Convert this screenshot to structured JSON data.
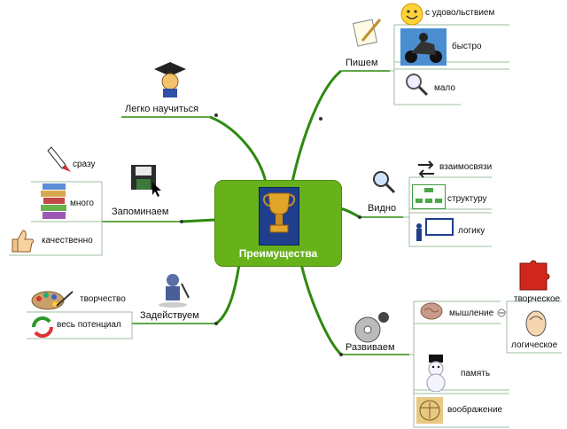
{
  "colors": {
    "branch": "#2d8a0f",
    "center": "#67b21b",
    "connector": "#9fbc9f"
  },
  "center": {
    "title": "Преимущества"
  },
  "branches": {
    "write": {
      "label": "Пишем",
      "items": [
        "с удовольствием",
        "быстро",
        "мало"
      ]
    },
    "see": {
      "label": "Видно",
      "items": [
        "взаимосвязи",
        "структуру",
        "логику"
      ]
    },
    "develop": {
      "label": "Развиваем",
      "items": [
        "мышление",
        "память",
        "воображение"
      ],
      "sub_items": [
        "творческое",
        "логическое"
      ]
    },
    "easy": {
      "label": "Легко научиться"
    },
    "remember": {
      "label": "Запоминаем",
      "items": [
        "сразу",
        "много",
        "качественно"
      ]
    },
    "engage": {
      "label": "Задействуем",
      "items": [
        "творчество",
        "весь потенциал"
      ]
    }
  },
  "icons": {
    "center": "trophy-icon",
    "write": "notepad-pencil-icon",
    "smile": "smiley-icon",
    "fast": "motorcycle-icon",
    "few": "magnifier-icon",
    "see": "magnifier-icon",
    "relations": "arrows-icon",
    "structure": "org-chart-icon",
    "logic": "presenter-board-icon",
    "develop": "disc-icon",
    "thinking": "brain-icon",
    "memory": "snowman-icon",
    "imagination": "vitruvian-man-icon",
    "creative": "puzzle-icon",
    "logical": "head-icon",
    "easy": "graduate-icon",
    "remember": "floppy-disk-icon",
    "at-once": "rocket-icon",
    "many": "books-icon",
    "quality": "thumbs-up-icon",
    "engage": "tool-figure-icon",
    "creativity": "palette-icon",
    "potential": "recycle-icon"
  }
}
